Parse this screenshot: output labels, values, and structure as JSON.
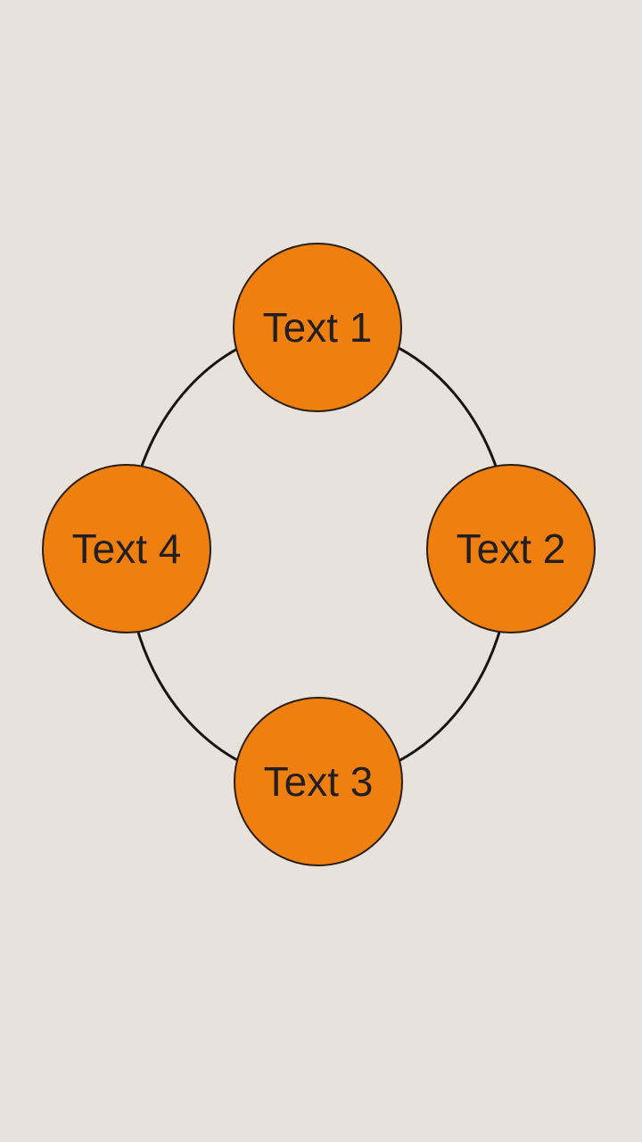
{
  "diagram": {
    "type": "cycle-diagram",
    "nodes": [
      {
        "id": "node-1",
        "label": "Text 1",
        "position": "top"
      },
      {
        "id": "node-2",
        "label": "Text 2",
        "position": "right"
      },
      {
        "id": "node-3",
        "label": "Text 3",
        "position": "bottom"
      },
      {
        "id": "node-4",
        "label": "Text 4",
        "position": "left"
      }
    ],
    "connector": "ellipse-ring"
  },
  "colors": {
    "background": "#E8E2DC",
    "node_fill": "#EF7F0F",
    "node_stroke": "#2A1E12",
    "ring_stroke": "#1A1410",
    "label_text": "#231F20"
  }
}
